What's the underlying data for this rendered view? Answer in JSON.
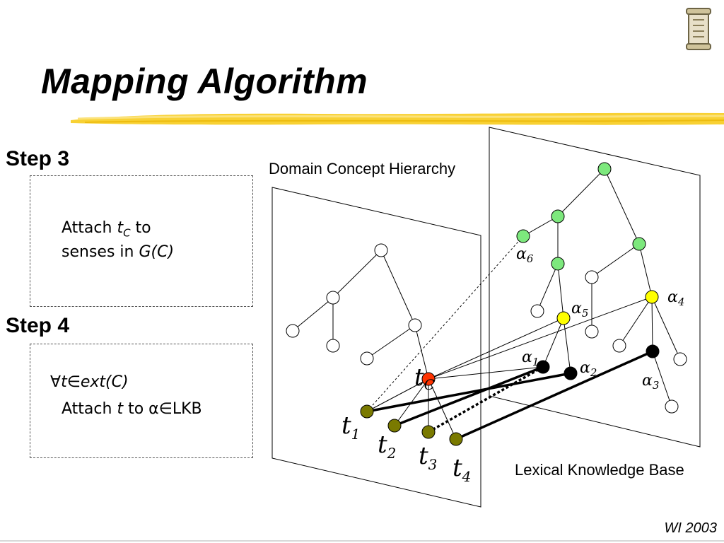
{
  "slide": {
    "title": "Mapping Algorithm",
    "footer": "WI 2003"
  },
  "step3": {
    "heading": "Step 3",
    "line1_pre": "Attach ",
    "line1_var": "t",
    "line1_sub": "C",
    "line1_post": " to",
    "line2_pre": "senses in ",
    "line2_var": "G(C)"
  },
  "step4": {
    "heading": "Step 4",
    "line1_sym": "∀",
    "line1_var": "t",
    "line1_in": "∈",
    "line1_set": "ext(C)",
    "line2_pre": "Attach ",
    "line2_var": "t",
    "line2_mid": " to  ",
    "line2_sym": "α∈",
    "line2_post": "LKB"
  },
  "diagram": {
    "domain_plane_label": "Domain Concept Hierarchy",
    "lkb_plane_label": "Lexical Knowledge Base",
    "tc": {
      "var": "t",
      "sub": "C"
    },
    "terms": [
      {
        "var": "t",
        "sub": "1"
      },
      {
        "var": "t",
        "sub": "2"
      },
      {
        "var": "t",
        "sub": "3"
      },
      {
        "var": "t",
        "sub": "4"
      }
    ],
    "senses": [
      {
        "var": "α",
        "sub": "1"
      },
      {
        "var": "α",
        "sub": "2"
      },
      {
        "var": "α",
        "sub": "3"
      },
      {
        "var": "α",
        "sub": "4"
      },
      {
        "var": "α",
        "sub": "5"
      },
      {
        "var": "α",
        "sub": "6"
      }
    ],
    "colors": {
      "green_node": "#7de87d",
      "yellow_node": "#ffff00",
      "black_node": "#000000",
      "term_node": "#7a7a00",
      "tc_node": "#ff3300",
      "white_node": "#ffffff",
      "highlight_brush": "#f7cc1e"
    }
  }
}
